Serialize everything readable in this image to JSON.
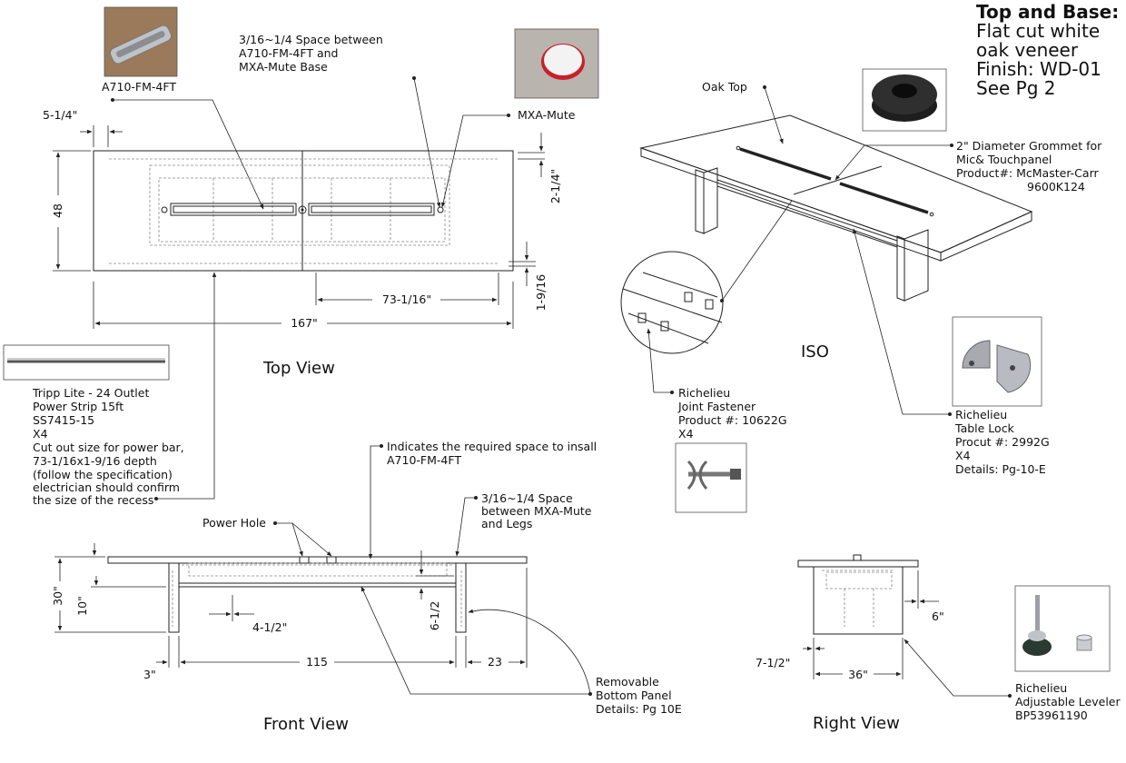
{
  "title_block": {
    "heading": "Top and Base:",
    "lines": [
      "Flat cut white",
      "oak veneer",
      "Finish: WD-01",
      "See Pg 2"
    ]
  },
  "views": {
    "top_view": "Top View",
    "iso": "ISO",
    "front_view": "Front View",
    "right_view": "Right View"
  },
  "dimensions": {
    "d_5_1_4": "5-1/4\"",
    "d_48": "48",
    "d_2_1_4": "2-1/4\"",
    "d_1_9_16": "1-9/16",
    "d_73_1_16": "73-1/16\"",
    "d_167": "167\"",
    "d_30": "30\"",
    "d_10": "10\"",
    "d_4_1_2": "4-1/2\"",
    "d_6_1_2": "6-1/2",
    "d_3": "3\"",
    "d_115": "115",
    "d_23": "23",
    "d_6": "6\"",
    "d_7_1_2": "7-1/2\"",
    "d_36": "36\""
  },
  "callouts": {
    "a710": "A710-FM-4FT",
    "space_lines": [
      "3/16~1/4 Space between",
      "A710-FM-4FT and",
      "MXA-Mute Base"
    ],
    "mxa_mute": "MXA-Mute",
    "oak_top": "Oak Top",
    "grommet_lines": [
      "2\" Diameter Grommet for",
      "Mic& Touchpanel",
      "Product#: McMaster-Carr",
      "9600K124"
    ],
    "power_strip_lines": [
      "Tripp Lite - 24 Outlet",
      "Power Strip 15ft",
      "SS7415-15",
      "X4",
      "Cut out size for power bar,",
      "73-1/16x1-9/16 depth",
      "(follow the specification)",
      "electrician should confirm",
      "the size of the recess"
    ],
    "fastener_lines": [
      "Richelieu",
      "Joint Fastener",
      "Product #: 10622G",
      "X4"
    ],
    "table_lock_lines": [
      "Richelieu",
      "Table Lock",
      "Procut #: 2992G",
      "X4",
      "Details: Pg-10-E"
    ],
    "insall_lines": [
      "Indicates the required space to insall",
      "A710-FM-4FT"
    ],
    "space_legs_lines": [
      "3/16~1/4 Space",
      "between MXA-Mute",
      "and Legs"
    ],
    "power_hole": "Power Hole",
    "bottom_panel_lines": [
      "Removable",
      "Bottom Panel",
      "Details: Pg 10E"
    ],
    "leveler_lines": [
      "Richelieu",
      "Adjustable Leveler",
      "BP53961190"
    ]
  },
  "colors": {
    "line": "#222222",
    "hidden_line": "#888888",
    "mute_ring": "#c8202a",
    "grommet": "#2a2a2a",
    "photo_wood": "#9a7a5a"
  }
}
